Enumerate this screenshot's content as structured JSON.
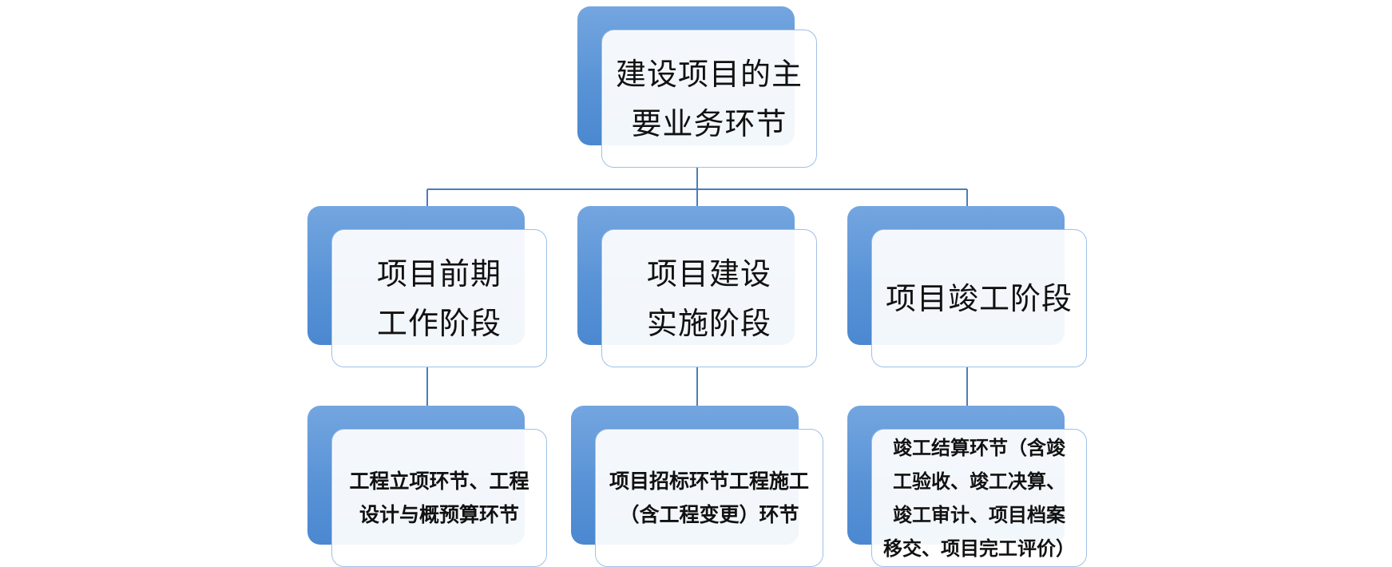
{
  "diagram": {
    "root": {
      "label": "建设项目的主\n要业务环节"
    },
    "stages": [
      {
        "label": "项目前期\n工作阶段",
        "detail": "工程立项环节、工程\n设计与概预算环节"
      },
      {
        "label": "项目建设\n实施阶段",
        "detail": "项目招标环节工程施工\n（含工程变更）环节"
      },
      {
        "label": "项目竣工阶段",
        "detail": "竣工结算环节（含竣\n工验收、竣工决算、\n竣工审计、项目档案\n移交、项目完工评价）"
      }
    ]
  },
  "colors": {
    "box_back": "#5993d6",
    "box_border": "#9fc0e6",
    "connector": "#4a7ebb",
    "text": "#111111"
  }
}
